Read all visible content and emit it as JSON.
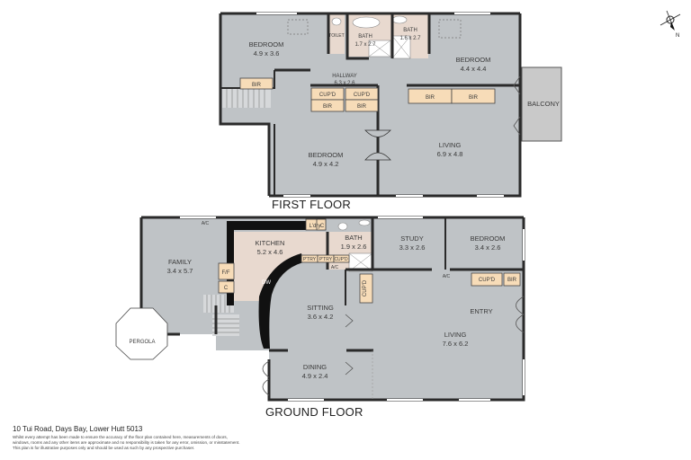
{
  "floors": {
    "first": {
      "title": "FIRST FLOOR",
      "rooms": [
        {
          "name": "BEDROOM",
          "size": "4.9 x 3.6"
        },
        {
          "name": "TOILET",
          "size": ""
        },
        {
          "name": "BATH",
          "size": "1.7 x 2.7"
        },
        {
          "name": "BATH",
          "size": "1.6 x 2.7"
        },
        {
          "name": "BEDROOM",
          "size": "4.4 x 4.4"
        },
        {
          "name": "HALLWAY",
          "size": "6.3 x 2.6"
        },
        {
          "name": "BEDROOM",
          "size": "4.9 x 4.2"
        },
        {
          "name": "LIVING",
          "size": "6.9 x 4.8"
        },
        {
          "name": "BALCONY",
          "size": ""
        }
      ],
      "storage": [
        "BIR",
        "CUP'D",
        "CUP'D",
        "BIR",
        "BIR",
        "BIR",
        "BIR"
      ]
    },
    "ground": {
      "title": "GROUND FLOOR",
      "rooms": [
        {
          "name": "FAMILY",
          "size": "3.4 x 5.7"
        },
        {
          "name": "KITCHEN",
          "size": "5.2 x 4.6"
        },
        {
          "name": "BATH",
          "size": "1.9 x 2.6"
        },
        {
          "name": "STUDY",
          "size": "3.3 x 2.6"
        },
        {
          "name": "BEDROOM",
          "size": "3.4 x 2.6"
        },
        {
          "name": "SITTING",
          "size": "3.6 x 4.2"
        },
        {
          "name": "ENTRY",
          "size": ""
        },
        {
          "name": "LIVING",
          "size": "7.6 x 6.2"
        },
        {
          "name": "DINING",
          "size": "4.9 x 2.4"
        },
        {
          "name": "PERGOLA",
          "size": ""
        }
      ],
      "fixtures": {
        "laundry": "L'dry",
        "c1": "C",
        "ff": "F/F",
        "c2": "C",
        "dw": "DW",
        "pantry1": "P'TRY",
        "pantry2": "P'TRY",
        "cupd_k": "CUP'D",
        "cupd_v": "CUP'D",
        "cupd_bed": "CUP'D",
        "bir_bed": "BIR",
        "ac1": "A/C",
        "ac2": "A/C",
        "ac3": "A/C"
      }
    }
  },
  "footer": {
    "address": "10 Tui Road, Days Bay, Lower Hutt 5013",
    "disclaimer_1": "Whilst every attempt has been made to ensure the accuracy of the floor plan contained here, measurements of doors,",
    "disclaimer_2": "windows, rooms and any other items are approximate and no responsibility is taken for any error, omission, or misstatement.",
    "disclaimer_3": "This plan is for illustrative purposes only and should be used as such by any prospective purchaser."
  },
  "compass": {
    "label": "N"
  },
  "colors": {
    "room": "#bfc3c6",
    "wet": "#e8d9cf",
    "storage": "#f7dcb8",
    "wall": "#2a2a2a",
    "balcony": "#c9c9c9"
  }
}
